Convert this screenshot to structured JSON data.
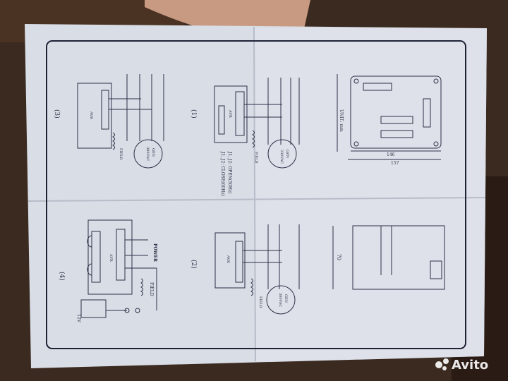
{
  "photo": {
    "subject": "wiring-diagram-sheet",
    "colors": {
      "paper": "#d9dde6",
      "ink": "#2b2f45",
      "background": "#3a2a1f",
      "skin": "#c99a82"
    }
  },
  "diagrams": {
    "d1": {
      "number": "(1)",
      "avr": "AVR",
      "field": "FIELD",
      "gen": "GEN",
      "voltage": "230VAC",
      "note1": "J1, J2: OPEN(50Hz)",
      "note2": "J1, J2: CLOSE(60Hz)"
    },
    "d2": {
      "number": "(2)",
      "avr": "AVR",
      "field": "FIELD",
      "gen": "GEN",
      "voltage": "380VAC"
    },
    "d3": {
      "number": "(3)",
      "avr": "AVR",
      "field": "FIELD",
      "gen": "GEN",
      "voltage": "380VAC"
    },
    "d4": {
      "number": "(4)",
      "avr": "AVR",
      "field": "FIELD",
      "power": "POWER",
      "battery": "12V"
    },
    "dimensions": {
      "unit": "UNIT: mm",
      "inner_width": "146",
      "outer_width": "157",
      "height": "70"
    }
  },
  "watermark": {
    "text": "Avito"
  }
}
